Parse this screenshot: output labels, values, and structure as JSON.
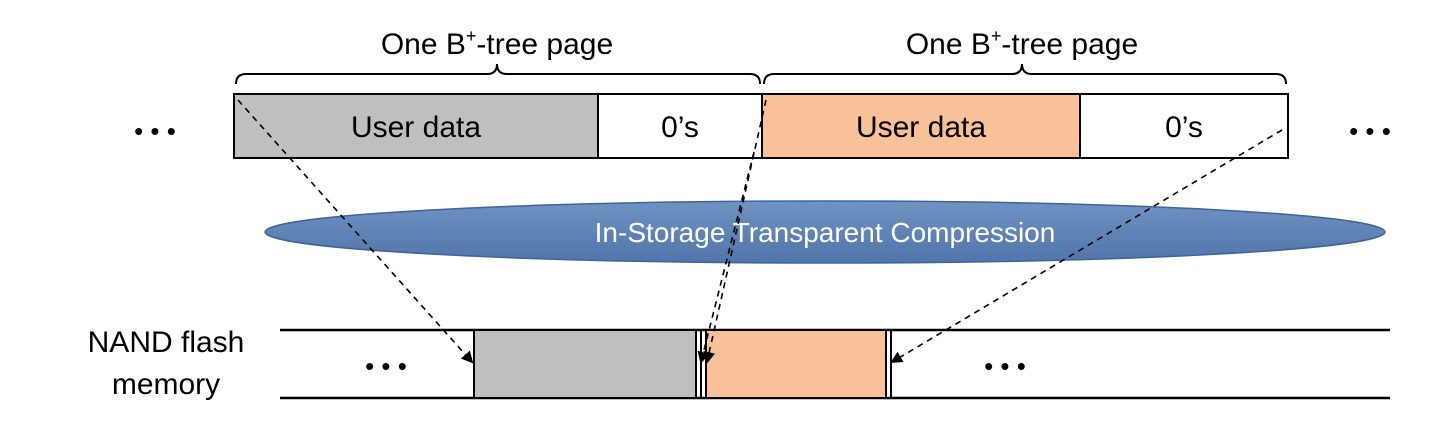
{
  "page": {
    "label_left": "One B",
    "label_right": "One B",
    "label_sup": "+",
    "label_suffix": "-tree page",
    "segments": [
      {
        "text": "User data",
        "color": "#bfbfbf"
      },
      {
        "text": "0’s",
        "color": "#ffffff"
      },
      {
        "text": "User data",
        "color": "#f8c198"
      },
      {
        "text": "0’s",
        "color": "#ffffff"
      }
    ],
    "ellipsis_left": "• • •",
    "ellipsis_right": "• • •"
  },
  "compression": {
    "label": "In-Storage Transparent Compression",
    "fill": "#5a82b5",
    "text_color": "#ffffff"
  },
  "flash": {
    "label_line1": "NAND flash",
    "label_line2": "memory",
    "ellipsis_left": "• • •",
    "ellipsis_right": "• • •",
    "block_colors": [
      "#bfbfbf",
      "#f8c198"
    ]
  }
}
